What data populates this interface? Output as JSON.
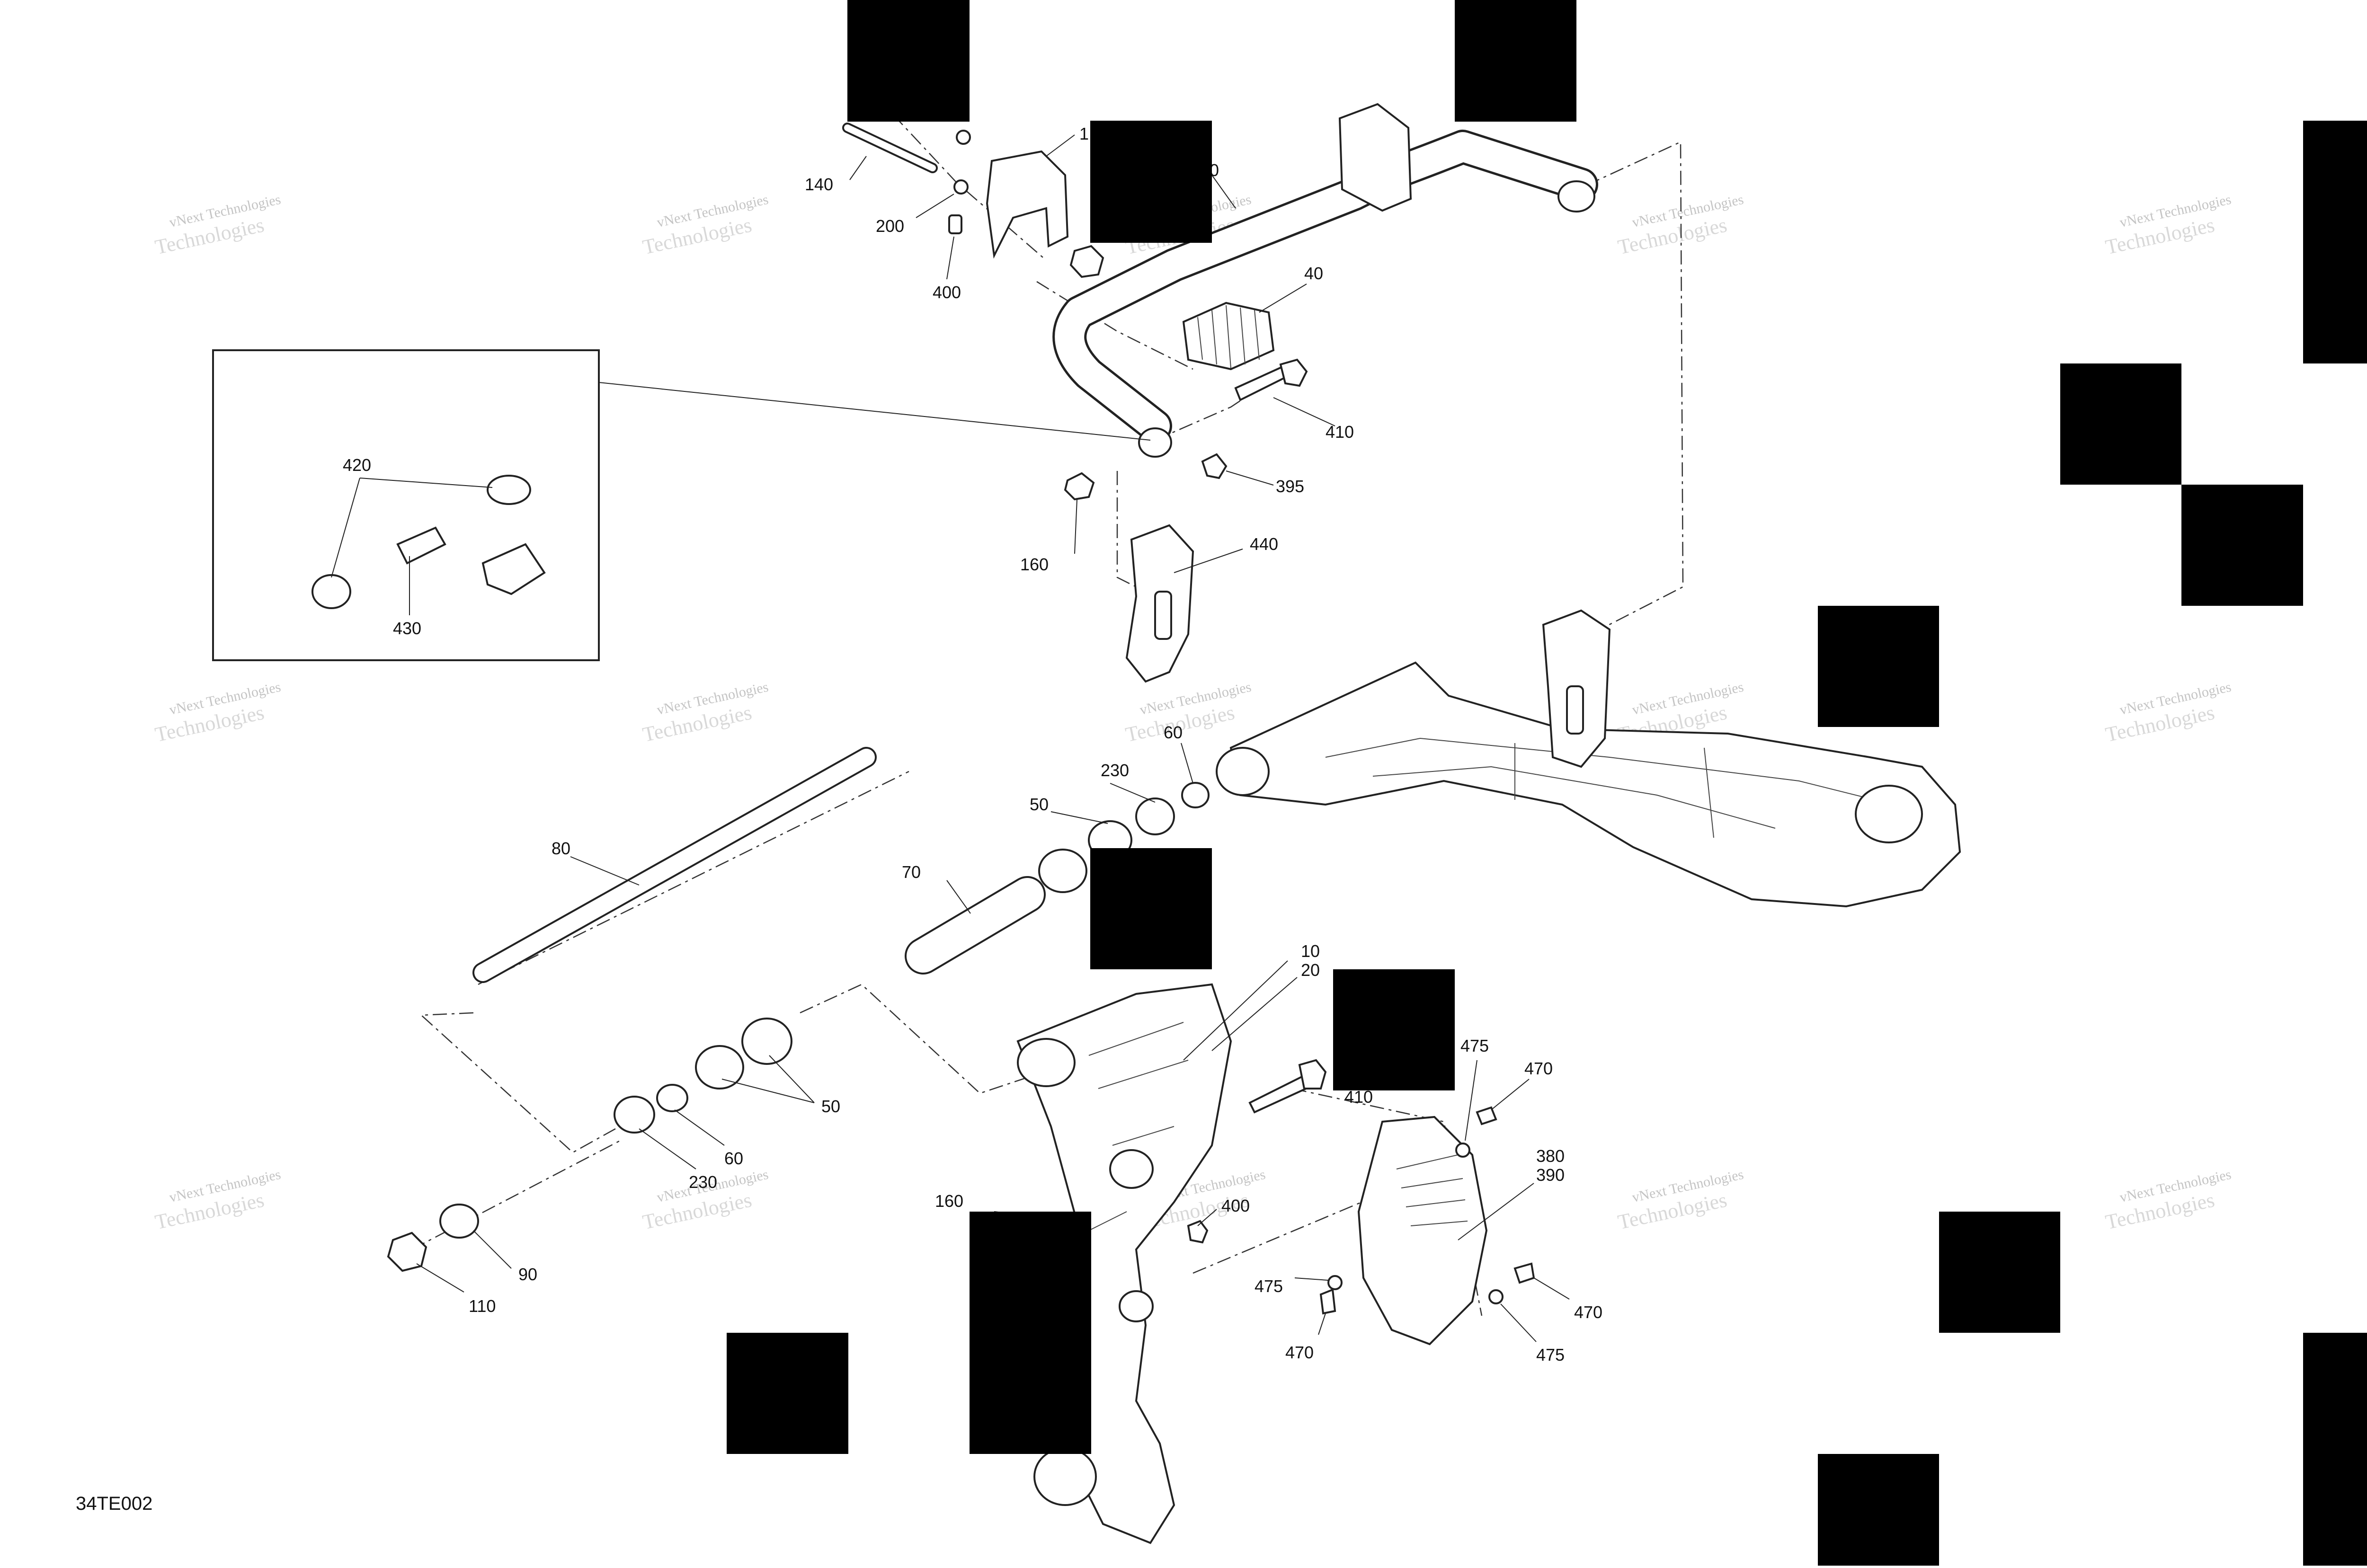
{
  "diagram": {
    "document_id": "34TE002",
    "watermark": [
      "vNext Technologies",
      "Technologies"
    ],
    "callouts": [
      {
        "id": "c140",
        "text": "140"
      },
      {
        "id": "c200",
        "text": "200"
      },
      {
        "id": "c400a",
        "text": "400"
      },
      {
        "id": "c1",
        "text": "1"
      },
      {
        "id": "c30",
        "text": "30"
      },
      {
        "id": "c40",
        "text": "40"
      },
      {
        "id": "c410a",
        "text": "410"
      },
      {
        "id": "c395",
        "text": "395"
      },
      {
        "id": "c160a",
        "text": "160"
      },
      {
        "id": "c440",
        "text": "440"
      },
      {
        "id": "c420",
        "text": "420"
      },
      {
        "id": "c430",
        "text": "430"
      },
      {
        "id": "c80",
        "text": "80"
      },
      {
        "id": "c230a",
        "text": "230"
      },
      {
        "id": "c60a",
        "text": "60"
      },
      {
        "id": "c50a",
        "text": "50"
      },
      {
        "id": "c70",
        "text": "70"
      },
      {
        "id": "c10",
        "text": "10"
      },
      {
        "id": "c20",
        "text": "20"
      },
      {
        "id": "c475a",
        "text": "475"
      },
      {
        "id": "c470a",
        "text": "470"
      },
      {
        "id": "c410b",
        "text": "410"
      },
      {
        "id": "c50b",
        "text": "50"
      },
      {
        "id": "c60b",
        "text": "60"
      },
      {
        "id": "c230b",
        "text": "230"
      },
      {
        "id": "c380",
        "text": "380"
      },
      {
        "id": "c390",
        "text": "390"
      },
      {
        "id": "c160b",
        "text": "160"
      },
      {
        "id": "c400b",
        "text": "400"
      },
      {
        "id": "c475b",
        "text": "475"
      },
      {
        "id": "c470b",
        "text": "470"
      },
      {
        "id": "c470c",
        "text": "470"
      },
      {
        "id": "c475c",
        "text": "475"
      },
      {
        "id": "c90",
        "text": "90"
      },
      {
        "id": "c110",
        "text": "110"
      }
    ]
  }
}
